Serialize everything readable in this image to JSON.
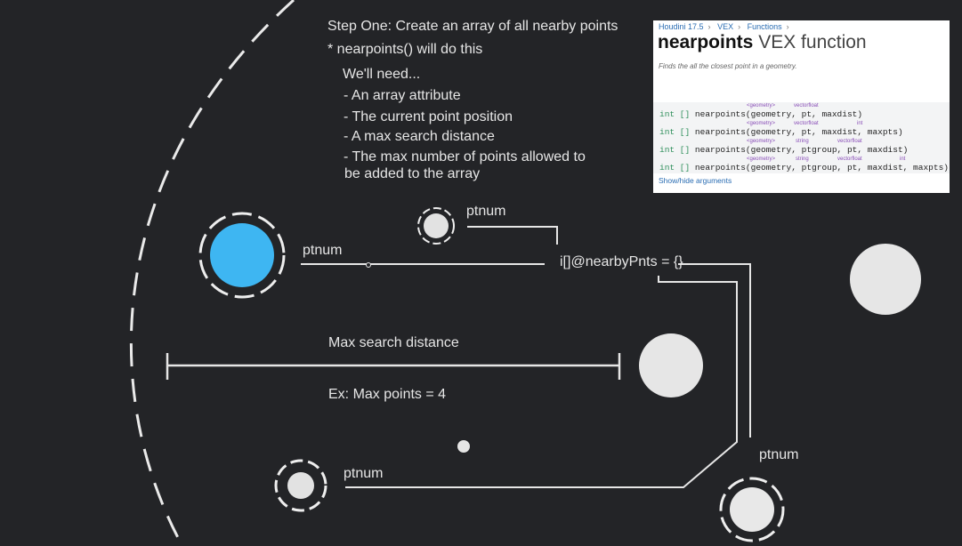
{
  "notes": {
    "step": "Step One:  Create an array of all nearby points",
    "bullet": "*  nearpoints() will do this",
    "need": "We'll need...",
    "items": [
      "- An array attribute",
      "-  The current point position",
      "-  A max search distance",
      "-  The max number of points allowed to",
      "be added to the array"
    ]
  },
  "diagram": {
    "ptnum_left": "ptnum",
    "ptnum_top": "ptnum",
    "ptnum_bottom": "ptnum",
    "ptnum_right": "ptnum",
    "array_attr": "i[]@nearbyPnts = {}",
    "max_search": "Max search distance",
    "max_points": "Ex: Max points = 4"
  },
  "doc": {
    "breadcrumb": [
      "Houdini 17.5",
      "VEX",
      "Functions"
    ],
    "title_bold": "nearpoints",
    "title_rest": "VEX function",
    "description": "Finds the all the closest point in a geometry.",
    "signatures": [
      {
        "ret": "int []",
        "call": "nearpoints(geometry, pt, maxdist)",
        "hints": [
          "<geometry>",
          "vectorfloat"
        ]
      },
      {
        "ret": "int []",
        "call": "nearpoints(geometry, pt, maxdist, maxpts)",
        "hints": [
          "<geometry>",
          "vectorfloat",
          "int"
        ]
      },
      {
        "ret": "int []",
        "call": "nearpoints(geometry, ptgroup, pt, maxdist)",
        "hints": [
          "<geometry>",
          "string",
          "vectorfloat"
        ]
      },
      {
        "ret": "int []",
        "call": "nearpoints(geometry, ptgroup, pt, maxdist, maxpts)",
        "hints": [
          "<geometry>",
          "string",
          "vectorfloat",
          "int"
        ]
      }
    ],
    "toggle": "Show/hide arguments"
  },
  "colors": {
    "background": "#232427",
    "accent_point": "#3eb6f2",
    "point": "#e8e8e8",
    "line": "#e6e6e6"
  }
}
